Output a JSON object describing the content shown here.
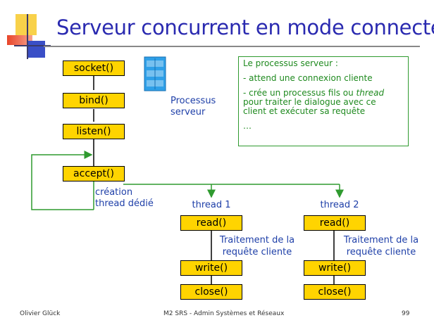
{
  "title": "Serveur concurrent en mode connecté",
  "main_column": {
    "boxes": [
      "socket()",
      "bind()",
      "listen()",
      "accept()"
    ],
    "creation_label_line1": "création",
    "creation_label_line2": "thread dédié"
  },
  "process_label_line1": "Processus",
  "process_label_line2": "serveur",
  "info_box": {
    "heading": "Le processus serveur :",
    "item1": "- attend une connexion cliente",
    "item2_pre": "- crée un processus fils ou ",
    "item2_em": "thread",
    "item2_line2": "pour traiter le dialogue avec ce",
    "item2_line3": "client et exécuter sa requête",
    "ellipsis": "…"
  },
  "threads": [
    {
      "name": "thread 1",
      "read": "read()",
      "write": "write()",
      "close": "close()",
      "note_line1": "Traitement de la",
      "note_line2": "requête cliente"
    },
    {
      "name": "thread 2",
      "read": "read()",
      "write": "write()",
      "close": "close()",
      "note_line1": "Traitement de la",
      "note_line2": "requête cliente"
    }
  ],
  "footer": {
    "author": "Olivier Glück",
    "course": "M2 SRS - Admin Systèmes et Réseaux",
    "page": "99"
  },
  "colors": {
    "title": "#2a2ab0",
    "box_fill": "#ffd400",
    "green": "#2f9a2f",
    "label_blue": "#1e3fa8"
  }
}
